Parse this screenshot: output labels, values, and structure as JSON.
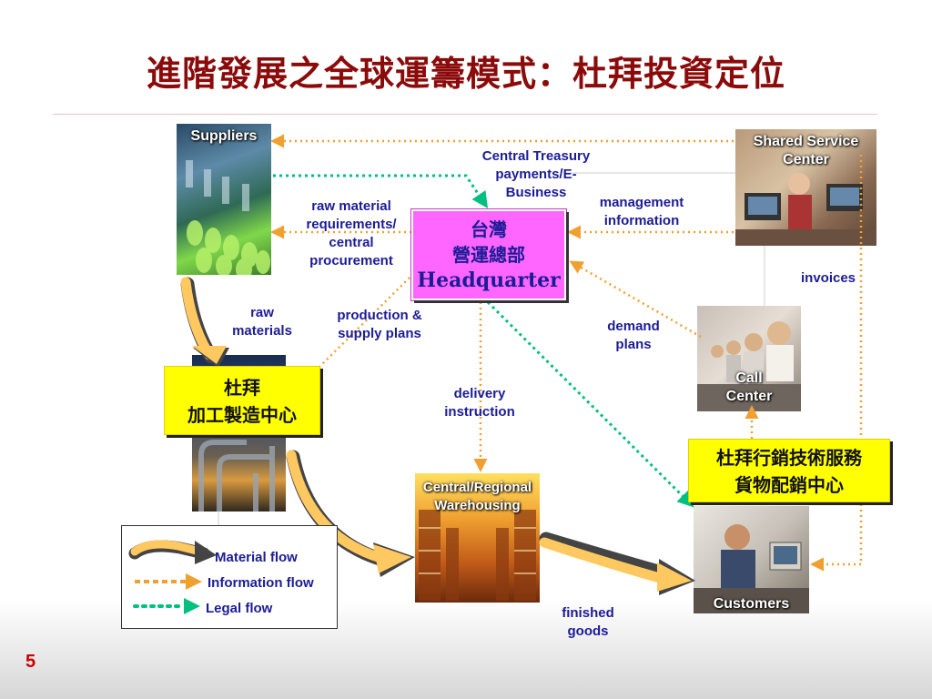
{
  "title": "進階發展之全球運籌模式：杜拜投資定位",
  "page_number": "5",
  "nodes": {
    "suppliers": "Suppliers",
    "shared_service": "Shared Service Center",
    "call_center": "Call Center",
    "warehousing": "Central/Regional Warehousing",
    "customers": "Customers",
    "hq_line1": "台灣",
    "hq_line2": "營運總部",
    "hq_line3": "Headquarter",
    "mfg_line1": "杜拜",
    "mfg_line2": "加工製造中心",
    "dist_line1": "杜拜行銷技術服務",
    "dist_line2": "貨物配銷中心"
  },
  "labels": {
    "central_treasury": "Central Treasury payments/E-Business",
    "raw_material_req": "raw material requirements/ central procurement",
    "management_info": "management information",
    "invoices": "invoices",
    "raw_materials": "raw materials",
    "production_plans": "production & supply plans",
    "demand_plans": "demand plans",
    "delivery_instruction": "delivery instruction",
    "finished_goods": "finished goods"
  },
  "legend": {
    "material": "Material flow",
    "information": "Information flow",
    "legal": "Legal flow"
  },
  "colors": {
    "title": "#8B0A0A",
    "label_text": "#1c1c96",
    "information_flow": "#f0a030",
    "legal_flow": "#00c080",
    "material_flow_fill": "#ffc860",
    "material_flow_shadow": "#444444",
    "hq_box": "#ff66ff",
    "center_box": "#ffff00"
  }
}
